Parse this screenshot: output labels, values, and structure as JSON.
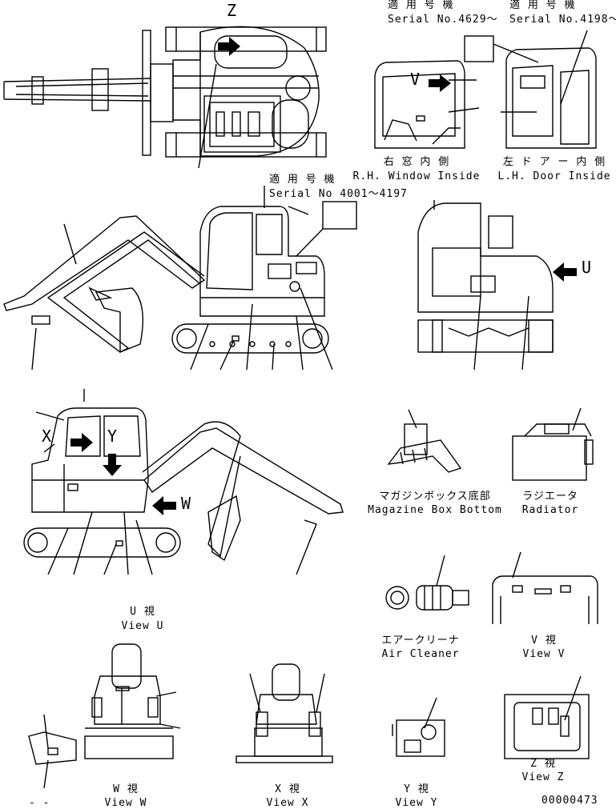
{
  "top_view": {
    "label": "Z"
  },
  "serial_right_window": {
    "jp": "適 用 号 機",
    "serial": "Serial No.4629～"
  },
  "serial_left_door": {
    "jp": "適 用 号 機",
    "serial": "Serial No.4198～"
  },
  "rh_window": {
    "jp": "右 窓 内 側",
    "en": "R.H. Window Inside",
    "view_letter": "V"
  },
  "lh_door": {
    "jp": "左 ド ア ー 内 側",
    "en": "L.H. Door Inside"
  },
  "serial_side": {
    "jp": "適 用 号 機",
    "serial": "Serial No 4001～4197"
  },
  "rear_view": {
    "letter": "U"
  },
  "side_view": {
    "x_letter": "X",
    "y_letter": "Y",
    "w_letter": "W"
  },
  "magazine_box": {
    "jp": "マガジンボックス底部",
    "en": "Magazine Box Bottom"
  },
  "radiator": {
    "jp": "ラジエータ",
    "en": "Radiator"
  },
  "air_cleaner": {
    "jp": "エアークリーナ",
    "en": "Air Cleaner"
  },
  "view_u": {
    "jp": "U 視",
    "en": "View U"
  },
  "view_v": {
    "jp": "V 視",
    "en": "View V"
  },
  "view_w": {
    "jp": "W 視",
    "en": "View W"
  },
  "view_x": {
    "jp": "X 視",
    "en": "View X"
  },
  "view_y": {
    "jp": "Y 視",
    "en": "View Y"
  },
  "view_z": {
    "jp": "Z 視",
    "en": "View Z"
  },
  "dash_mark": "- -",
  "drawing_number": "00000473"
}
